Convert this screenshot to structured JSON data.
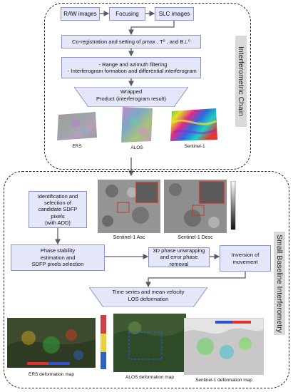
{
  "interferometric": {
    "side_label": "Interferometric Chain",
    "raw": "RAW images",
    "focusing": "Focusing",
    "slc": "SLC images",
    "coreg": "Co-registration and setting of ρmax , T⁰ , and B⊥⁰",
    "filter_1": "- Range and azimuth filtering",
    "filter_2": "- Interferogram formation and differential interferogram",
    "wrapped_1": "Wrapped",
    "wrapped_2": "Product (interferogram result)",
    "img_ers": "ERS",
    "img_alos": "ALOS",
    "img_s1": "Sentinel-1"
  },
  "sbas": {
    "side_label": "Small Baseline Interferometry",
    "identification_1": "Identification and",
    "identification_2": "selection of",
    "identification_3": "candidate SDFP pixels",
    "identification_4": "(with ADD)",
    "img_asc": "Sentinel-1 Asc",
    "img_desc": "Sentinel-1 Desc",
    "phase_stab_1": "Phase stability",
    "phase_stab_2": "estimation and",
    "phase_stab_3": "SDFP pixels selection",
    "unwrap_1": "3D phase unwrapping",
    "unwrap_2": "and error phase removal",
    "inversion_1": "Inversion of",
    "inversion_2": "movement",
    "ts_1": "Time series and mean velocity",
    "ts_2": "LOS deformation",
    "map_ers": "ERS deformation map",
    "map_alos": "ALOS deformation map",
    "map_s1": "Sentinel-1 deformation map"
  },
  "colors": {
    "box_fill": "#e4e6fa",
    "box_border": "#8d93c8",
    "arrow": "#5a5a6e",
    "side_fill": "#d9d9d9",
    "highlight": "#c0392b"
  }
}
